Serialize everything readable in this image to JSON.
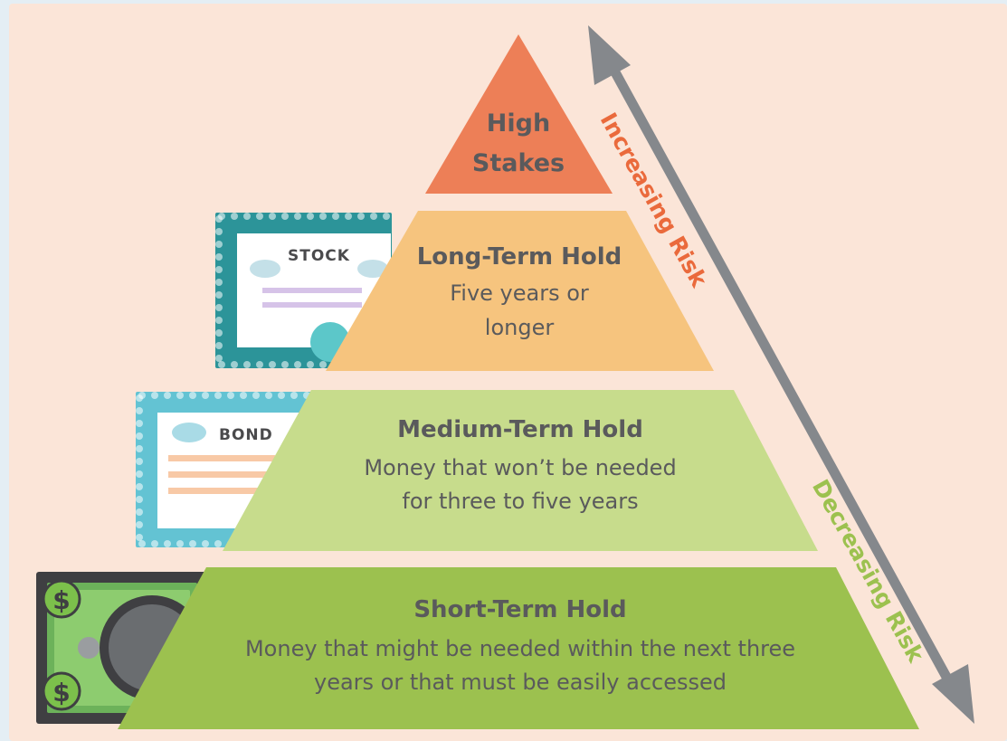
{
  "colors": {
    "panel": "#fbe5d8",
    "page_bg": "#e4eef4",
    "tier_top": "#ed7f57",
    "tier_long": "#f6c47e",
    "tier_medium": "#c7dc8c",
    "tier_short": "#9cc14f",
    "text": "#5a5a5c",
    "increasing": "#ea6a3c",
    "decreasing": "#9cc14f",
    "arrow": "#85888c",
    "stock_border": "#2c9499",
    "bond_border": "#63c3d3",
    "money": "#3f3f42"
  },
  "pyramid": {
    "top": {
      "line1": "High",
      "line2": "Stakes"
    },
    "long": {
      "title": "Long-Term Hold",
      "line1": "Five years or",
      "line2": "longer"
    },
    "medium": {
      "title": "Medium-Term Hold",
      "line1": "Money that won’t be needed",
      "line2": "for three to five years"
    },
    "short": {
      "title": "Short-Term Hold",
      "line1": "Money that might be needed within the next three",
      "line2": "years or that must be easily accessed"
    }
  },
  "documents": {
    "stock_label": "STOCK",
    "bond_label": "BOND",
    "dollar_symbol": "$"
  },
  "risk": {
    "increasing": "Increasing Risk",
    "decreasing": "Decreasing Risk"
  }
}
